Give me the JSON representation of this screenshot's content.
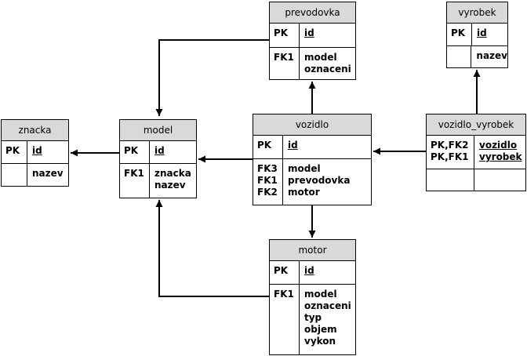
{
  "entities": {
    "prevodovka": {
      "title": "prevodovka",
      "pk_keys": "PK",
      "pk_columns": [
        "id"
      ],
      "attr_keys": "FK1",
      "attr_columns": [
        "model",
        "oznaceni"
      ]
    },
    "vyrobek": {
      "title": "vyrobek",
      "pk_keys": "PK",
      "pk_columns": [
        "id"
      ],
      "attr_keys": "",
      "attr_columns": [
        "nazev"
      ]
    },
    "znacka": {
      "title": "znacka",
      "pk_keys": "PK",
      "pk_columns": [
        "id"
      ],
      "attr_keys": "",
      "attr_columns": [
        "nazev"
      ]
    },
    "model": {
      "title": "model",
      "pk_keys": "PK",
      "pk_columns": [
        "id"
      ],
      "attr_keys": "FK1",
      "attr_columns": [
        "znacka",
        "nazev"
      ]
    },
    "vozidlo": {
      "title": "vozidlo",
      "pk_keys": "PK",
      "pk_columns": [
        "id"
      ],
      "attr_keys": "FK3\nFK1\nFK2",
      "attr_columns": [
        "model",
        "prevodovka",
        "motor"
      ]
    },
    "vozidlo_vyrobek": {
      "title": "vozidlo_vyrobek",
      "pk_keys": "PK,FK2\nPK,FK1",
      "pk_columns": [
        "vozidlo",
        "vyrobek"
      ],
      "attr_keys": "",
      "attr_columns": []
    },
    "motor": {
      "title": "motor",
      "pk_keys": "PK",
      "pk_columns": [
        "id"
      ],
      "attr_keys": "FK1",
      "attr_columns": [
        "model",
        "oznaceni",
        "typ",
        "objem",
        "vykon"
      ]
    }
  },
  "relationships": [
    {
      "from": "prevodovka",
      "to": "model"
    },
    {
      "from": "vozidlo",
      "to": "prevodovka"
    },
    {
      "from": "vozidlo_vyrobek",
      "to": "vyrobek"
    },
    {
      "from": "model",
      "to": "znacka"
    },
    {
      "from": "vozidlo",
      "to": "model"
    },
    {
      "from": "vozidlo_vyrobek",
      "to": "vozidlo"
    },
    {
      "from": "vozidlo",
      "to": "motor"
    },
    {
      "from": "motor",
      "to": "model"
    }
  ]
}
